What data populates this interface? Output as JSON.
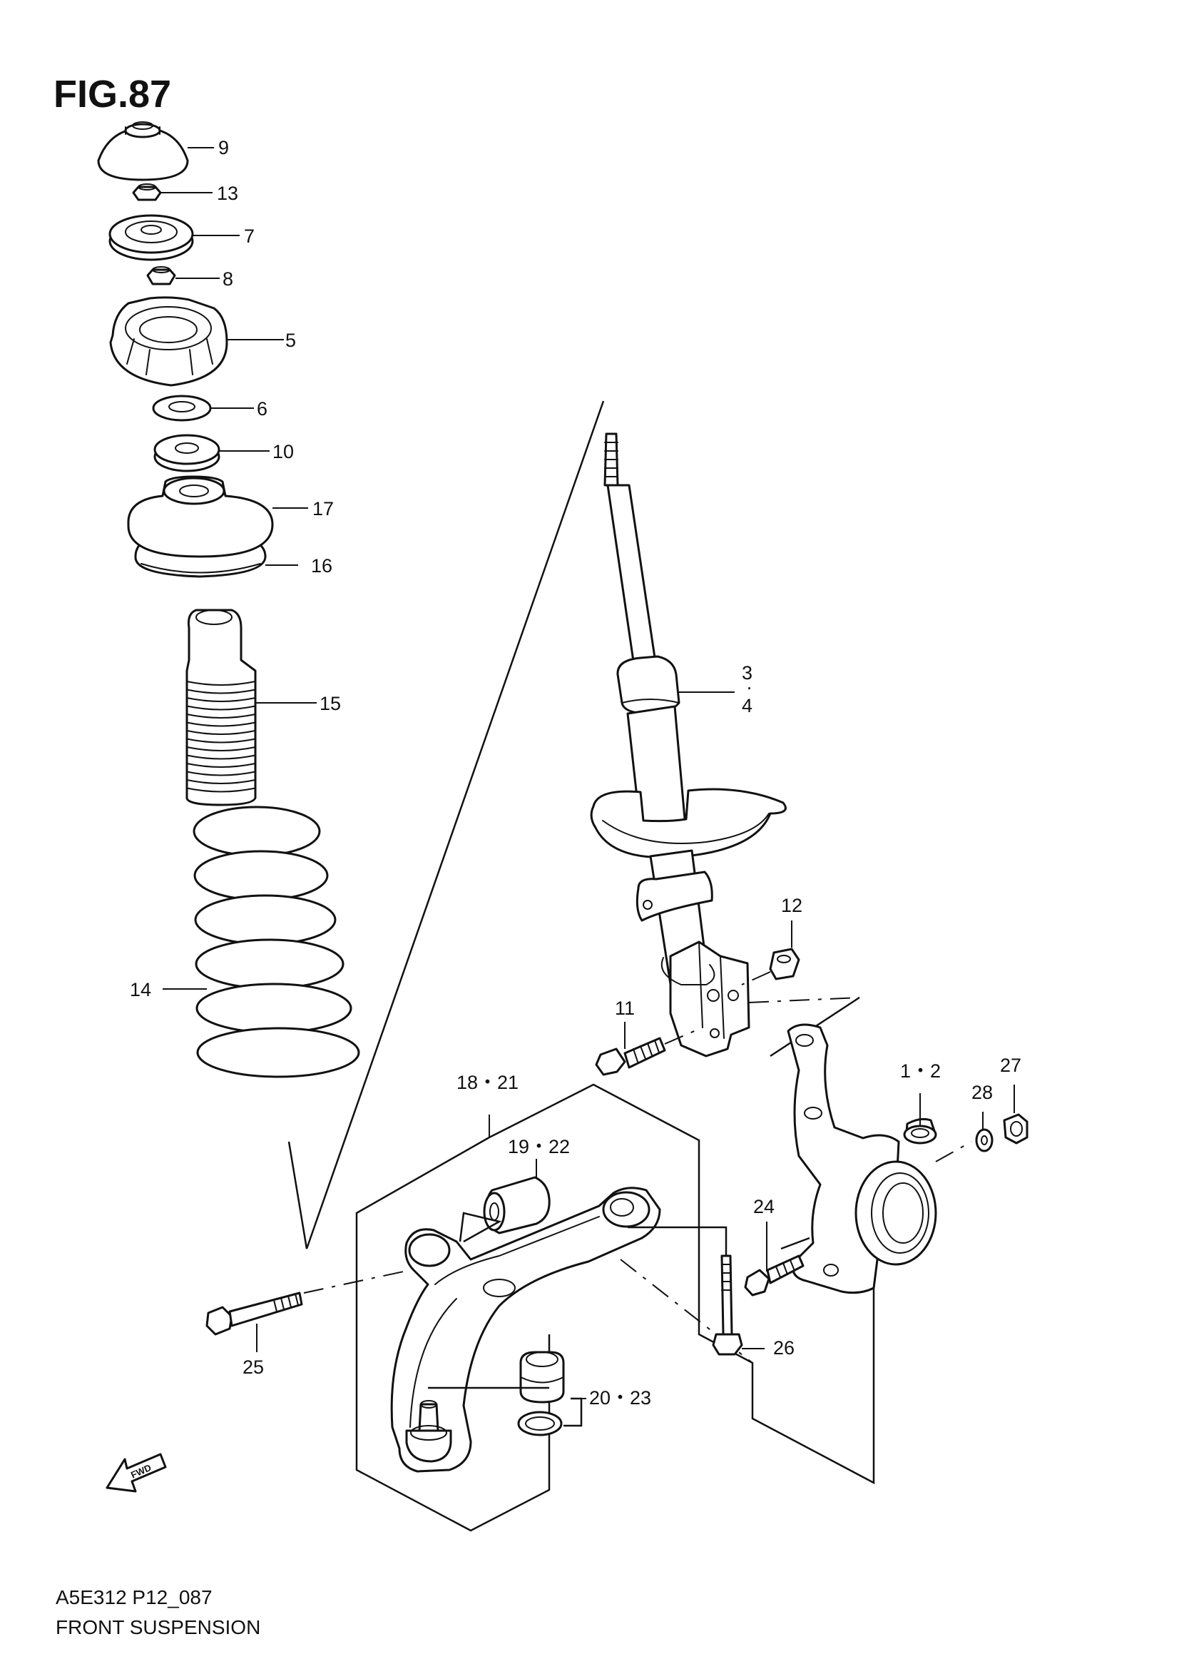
{
  "figure": {
    "title": "FIG.87",
    "code": "A5E312 P12_087",
    "caption": "FRONT SUSPENSION",
    "fwd_label": "FWD"
  },
  "callouts": [
    {
      "id": "c9",
      "text": "9"
    },
    {
      "id": "c13",
      "text": "13"
    },
    {
      "id": "c7",
      "text": "7"
    },
    {
      "id": "c8",
      "text": "8"
    },
    {
      "id": "c5",
      "text": "5"
    },
    {
      "id": "c6",
      "text": "6"
    },
    {
      "id": "c10",
      "text": "10"
    },
    {
      "id": "c17",
      "text": "17"
    },
    {
      "id": "c16",
      "text": "16"
    },
    {
      "id": "c15",
      "text": "15"
    },
    {
      "id": "c14",
      "text": "14"
    },
    {
      "id": "c3",
      "text": "3"
    },
    {
      "id": "c3dot",
      "text": "·"
    },
    {
      "id": "c4",
      "text": "4"
    },
    {
      "id": "c12",
      "text": "12"
    },
    {
      "id": "c11",
      "text": "11"
    },
    {
      "id": "c1-2",
      "text": "1・2"
    },
    {
      "id": "c27",
      "text": "27"
    },
    {
      "id": "c28",
      "text": "28"
    },
    {
      "id": "c18-21",
      "text": "18・21"
    },
    {
      "id": "c19-22",
      "text": "19・22"
    },
    {
      "id": "c24",
      "text": "24"
    },
    {
      "id": "c26",
      "text": "26"
    },
    {
      "id": "c25",
      "text": "25"
    },
    {
      "id": "c20-23",
      "text": "20・23"
    }
  ]
}
